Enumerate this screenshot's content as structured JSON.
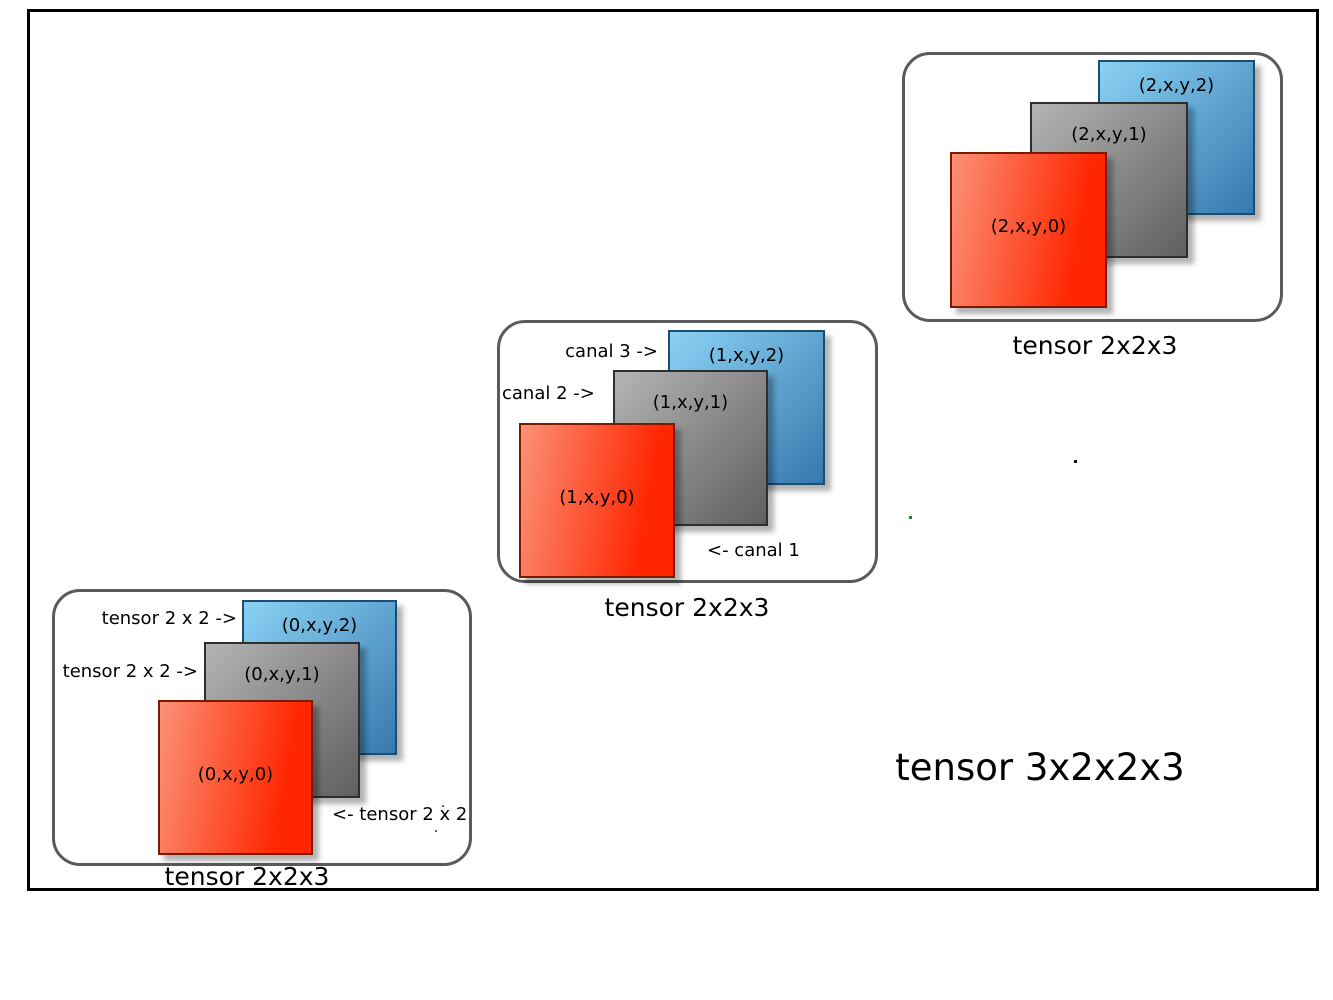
{
  "title": "tensor 3x2x2x3",
  "groups": [
    {
      "caption": "tensor 2x2x3",
      "squares": [
        {
          "color": "blue",
          "label": "(0,x,y,2)"
        },
        {
          "color": "gray",
          "label": "(0,x,y,1)"
        },
        {
          "color": "red",
          "label": "(0,x,y,0)"
        }
      ],
      "annotations": [
        {
          "text": "tensor 2 x 2 ->",
          "target": "blue"
        },
        {
          "text": "tensor 2 x 2 ->",
          "target": "gray"
        },
        {
          "text": "<- tensor 2 x 2",
          "target": "red"
        }
      ]
    },
    {
      "caption": "tensor 2x2x3",
      "squares": [
        {
          "color": "blue",
          "label": "(1,x,y,2)"
        },
        {
          "color": "gray",
          "label": "(1,x,y,1)"
        },
        {
          "color": "red",
          "label": "(1,x,y,0)"
        }
      ],
      "annotations": [
        {
          "text": "canal 3 ->",
          "target": "blue"
        },
        {
          "text": "canal 2 ->",
          "target": "gray"
        },
        {
          "text": "<- canal 1",
          "target": "red"
        }
      ]
    },
    {
      "caption": "tensor 2x2x3",
      "squares": [
        {
          "color": "blue",
          "label": "(2,x,y,2)"
        },
        {
          "color": "gray",
          "label": "(2,x,y,1)"
        },
        {
          "color": "red",
          "label": "(2,x,y,0)"
        }
      ],
      "annotations": []
    }
  ],
  "colors": {
    "red_light": "#fb9177",
    "red_dark": "#ff2600",
    "red_border": "#7a1a00",
    "gray_light": "#b4b4b4",
    "gray_dark": "#5f5f5f",
    "gray_border": "#2e2e2e",
    "blue_light": "#8ad2f4",
    "blue_dark": "#3679ae",
    "blue_border": "#1d4b72",
    "box_border": "#5a5a5a",
    "outer_border": "#000000",
    "artifact_green": "#1f8a1f",
    "artifact_black": "#111111"
  }
}
